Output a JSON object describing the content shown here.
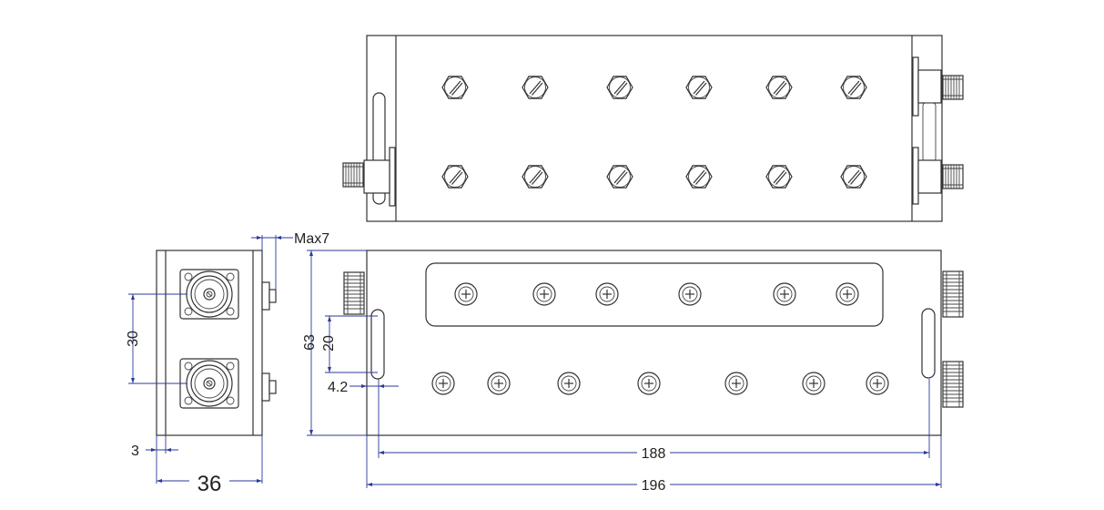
{
  "colors": {
    "outline": "#333333",
    "dimension": "#2b3a9a",
    "text": "#222222",
    "background": "#ffffff"
  },
  "dimensions": {
    "max7": "Max7",
    "d30": "30",
    "d3": "3",
    "d36": "36",
    "d63": "63",
    "d20": "20",
    "d4_2": "4.2",
    "d188": "188",
    "d196": "196"
  }
}
